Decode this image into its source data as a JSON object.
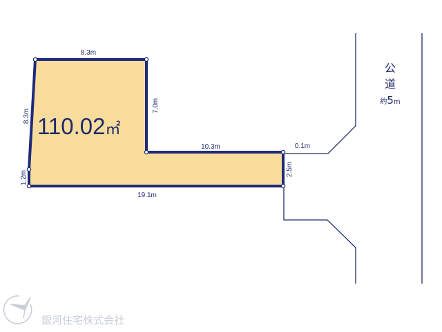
{
  "lot": {
    "area_value": "110.02",
    "area_unit": "㎡",
    "fill_color": "#f8dc9b",
    "edge_color": "#1f2a7a"
  },
  "dimensions": {
    "top": "8.3m",
    "left_upper": "8.3m",
    "left_lower": "1.2m",
    "notch_vertical": "7.0m",
    "notch_horizontal": "10.3m",
    "right_edge": "2.5m",
    "bottom": "19.1m",
    "corner_offset": "0.1m"
  },
  "road": {
    "label_line1": "公",
    "label_line2": "道",
    "width_prefix": "約",
    "width_value": "5",
    "width_unit": "m"
  },
  "company": {
    "name": "銀河住宅株式会社",
    "logo_icon": "bird-logo-icon"
  }
}
